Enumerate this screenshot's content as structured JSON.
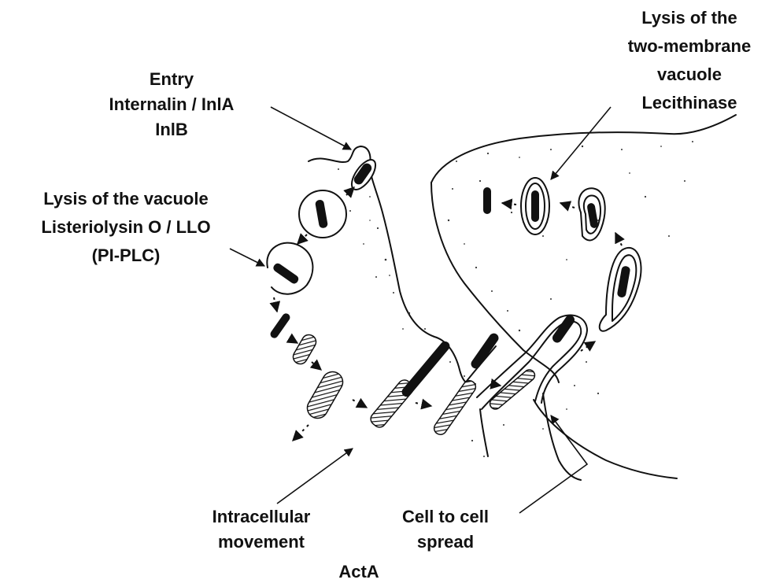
{
  "labels": {
    "entry": [
      "Entry",
      "Internalin / InlA",
      "InlB"
    ],
    "lysis_vacuole": [
      "Lysis of the vacuole",
      "Listeriolysin O / LLO",
      "(PI-PLC)"
    ],
    "lysis_two_membrane": [
      "Lysis of the",
      "two-membrane",
      "vacuole",
      "Lecithinase"
    ],
    "intracellular_movement": [
      "Intracellular",
      "movement"
    ],
    "cell_to_cell": [
      "Cell to cell",
      "spread"
    ],
    "acta": "ActA"
  }
}
